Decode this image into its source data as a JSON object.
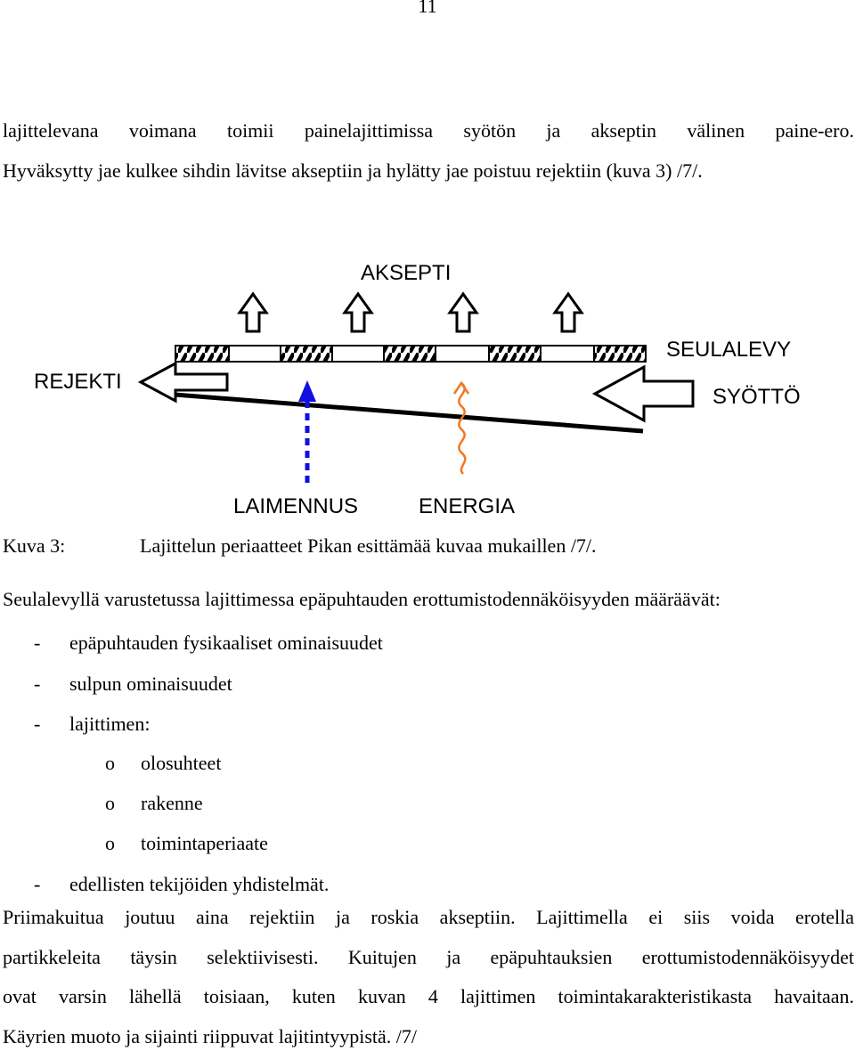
{
  "page_number": "11",
  "paragraph1": {
    "lines": [
      "lajittelevana voimana toimii painelajittimissa syötön ja akseptin välinen paine-ero.",
      "Hyväksytty jae kulkee sihdin lävitse akseptiin ja hylätty jae poistuu rejektiin (kuva 3) /7/."
    ]
  },
  "diagram": {
    "labels": {
      "aksepti": "AKSEPTI",
      "seulalevy": "SEULALEVY",
      "rejekti": "REJEKTI",
      "syotto": "SYÖTTÖ",
      "laimennus": "LAIMENNUS",
      "energia": "ENERGIA"
    },
    "colors": {
      "laimennus_arrow": "#1010e0",
      "energia_wave": "#f07820",
      "outline": "#000000"
    },
    "icons": {
      "aksepti_arrows": "hollow-up-arrow",
      "rejekti_arrow": "hollow-left-arrow",
      "syotto_arrow": "hollow-left-arrow",
      "laimennus_arrow": "dashed-up-arrow",
      "energia_wave": "wavy-line"
    }
  },
  "caption": {
    "label": "Kuva 3:",
    "text": "Lajittelun periaatteet Pikan esittämää kuvaa mukaillen /7/."
  },
  "intro": "Seulalevyllä varustetussa lajittimessa epäpuhtauden erottumistodennäköisyyden määräävät:",
  "list": [
    {
      "bullet": "-",
      "text": "epäpuhtauden fysikaaliset ominaisuudet"
    },
    {
      "bullet": "-",
      "text": "sulpun ominaisuudet"
    },
    {
      "bullet": "-",
      "text": "lajittimen:"
    }
  ],
  "sublist": [
    {
      "bullet": "o",
      "text": "olosuhteet"
    },
    {
      "bullet": "o",
      "text": "rakenne"
    },
    {
      "bullet": "o",
      "text": "toimintaperiaate"
    }
  ],
  "list_last": {
    "bullet": "-",
    "text": "edellisten tekijöiden yhdistelmät."
  },
  "paragraph3": {
    "lines": [
      "Priimakuitua joutuu aina rejektiin ja roskia akseptiin. Lajittimella ei siis voida erotella",
      "partikkeleita täysin selektiivisesti. Kuitujen ja epäpuhtauksien erottumistodennäköisyydet",
      "ovat varsin lähellä toisiaan, kuten kuvan 4 lajittimen toimintakarakteristikasta havaitaan.",
      "Käyrien muoto ja sijainti riippuvat lajitintyypistä. /7/"
    ]
  }
}
